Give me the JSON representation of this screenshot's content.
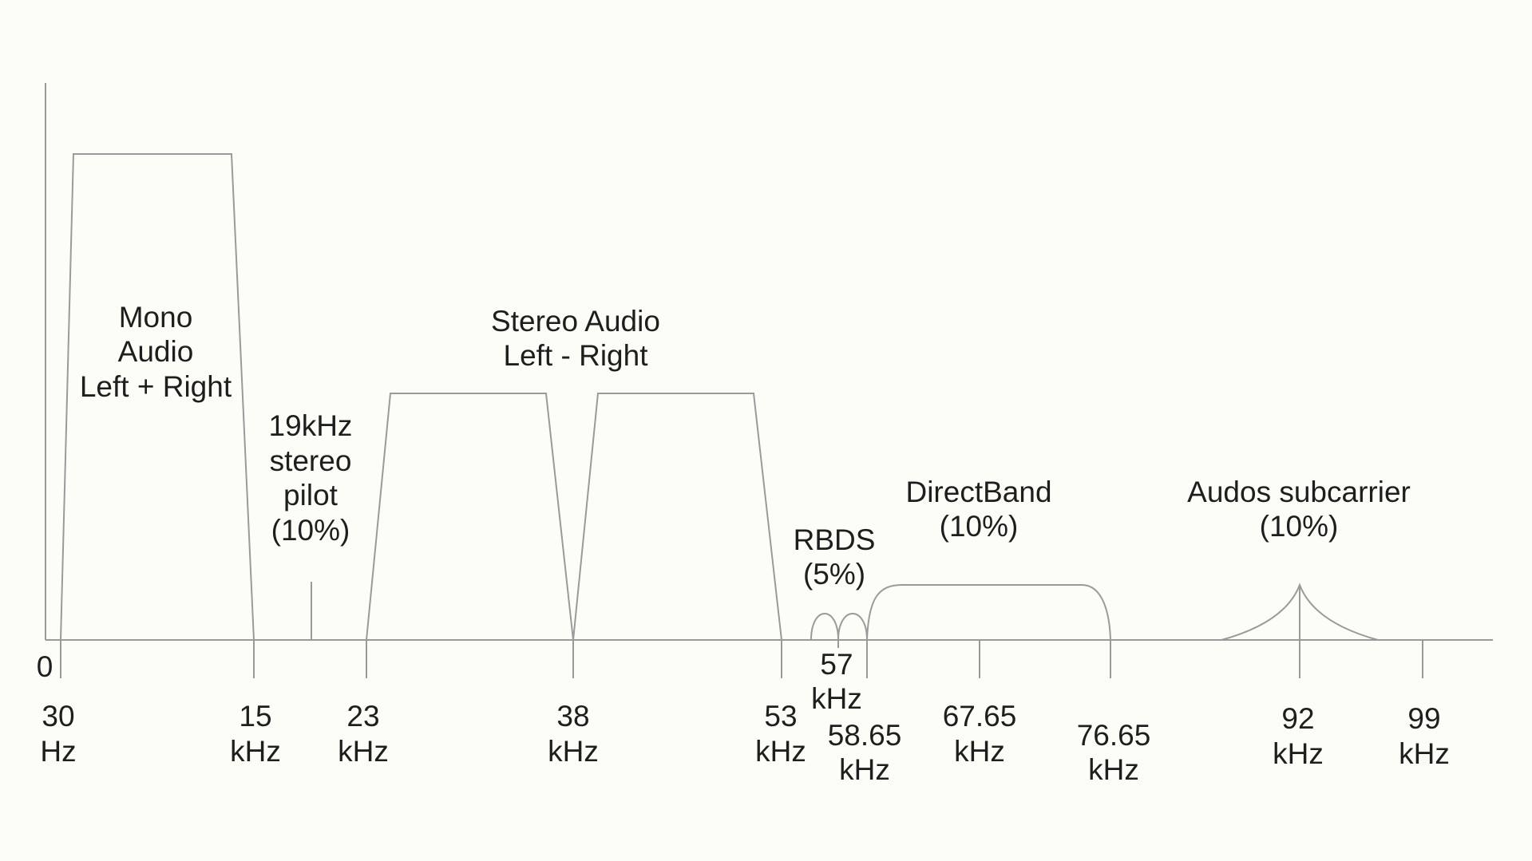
{
  "diagram": {
    "origin_label": "0",
    "ticks": [
      {
        "id": "30hz",
        "line1": "30",
        "line2": "Hz"
      },
      {
        "id": "15k",
        "line1": "15",
        "line2": "kHz"
      },
      {
        "id": "23k",
        "line1": "23",
        "line2": "kHz"
      },
      {
        "id": "38k",
        "line1": "38",
        "line2": "kHz"
      },
      {
        "id": "53k",
        "line1": "53",
        "line2": "kHz"
      },
      {
        "id": "57k",
        "line1": "57",
        "line2": "kHz"
      },
      {
        "id": "58-65k",
        "line1": "58.65",
        "line2": "kHz"
      },
      {
        "id": "67-65k",
        "line1": "67.65",
        "line2": "kHz"
      },
      {
        "id": "76-65k",
        "line1": "76.65",
        "line2": "kHz"
      },
      {
        "id": "92k",
        "line1": "92",
        "line2": "kHz"
      },
      {
        "id": "99k",
        "line1": "99",
        "line2": "kHz"
      }
    ],
    "bands": {
      "mono": {
        "lines": [
          "Mono",
          "Audio",
          "Left + Right"
        ]
      },
      "pilot": {
        "lines": [
          "19kHz",
          "stereo",
          "pilot",
          "(10%)"
        ]
      },
      "stereo": {
        "lines": [
          "Stereo Audio",
          "Left - Right"
        ]
      },
      "rbds": {
        "lines": [
          "RBDS",
          "(5%)"
        ]
      },
      "directband": {
        "lines": [
          "DirectBand",
          "(10%)"
        ]
      },
      "audos": {
        "lines": [
          "Audos subcarrier",
          "(10%)"
        ]
      }
    }
  }
}
